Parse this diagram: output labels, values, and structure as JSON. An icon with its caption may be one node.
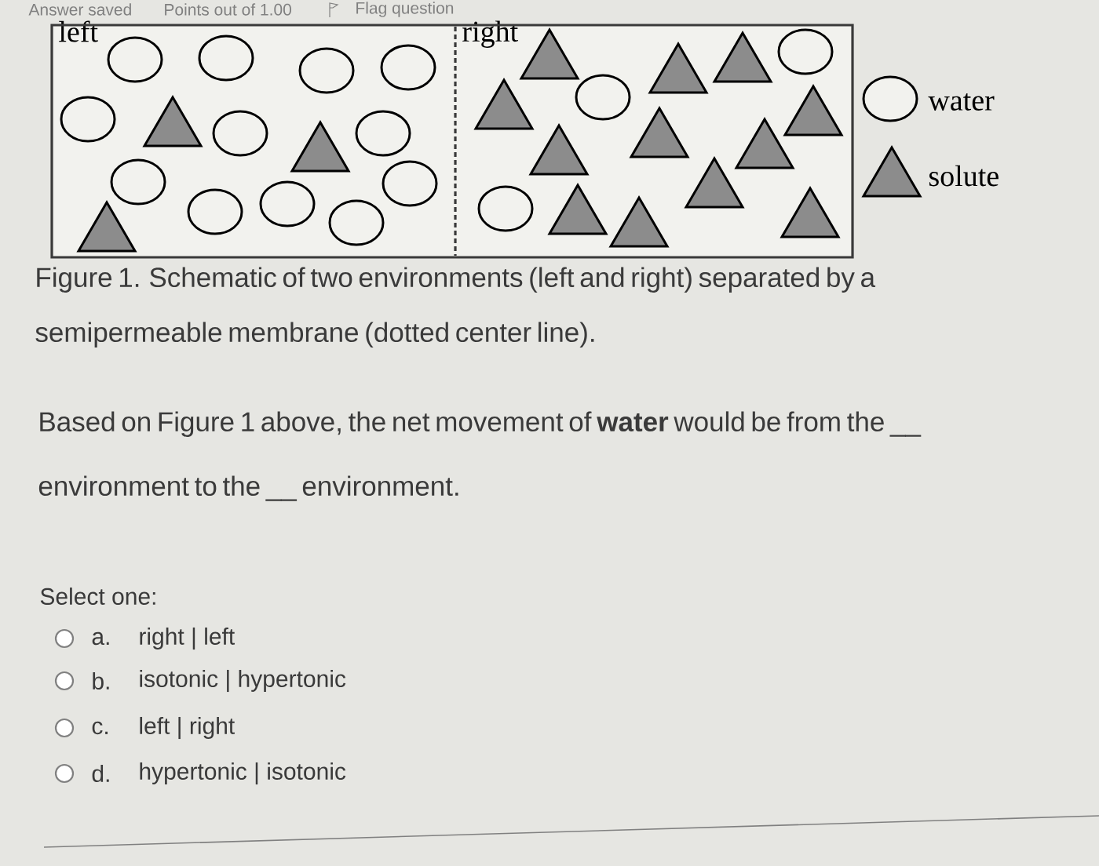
{
  "diagram": {
    "caption": "Figure 1. Schematic of two environments (left and right) separated by a semipermeable membrane (dotted center line).",
    "nodes": [
      {
        "text": [
          "left"
        ]
      },
      {
        "text": [
          "right"
        ]
      }
    ],
    "edges": [],
    "labels": [
      "Answer saved",
      "Points out of 1.00",
      "Flag question",
      "Based on Figure 1 above, the net movement of **water** would be from the __ environment to the __ environment.",
      "Select one:",
      "a.",
      "right | left",
      "b.",
      "isotonic | hypertonic",
      "c.",
      "left | right",
      "d.",
      "hypertonic | isotonic"
    ],
    "legend": [
      {
        "text": "water"
      },
      {
        "text": "solute"
      }
    ]
  }
}
